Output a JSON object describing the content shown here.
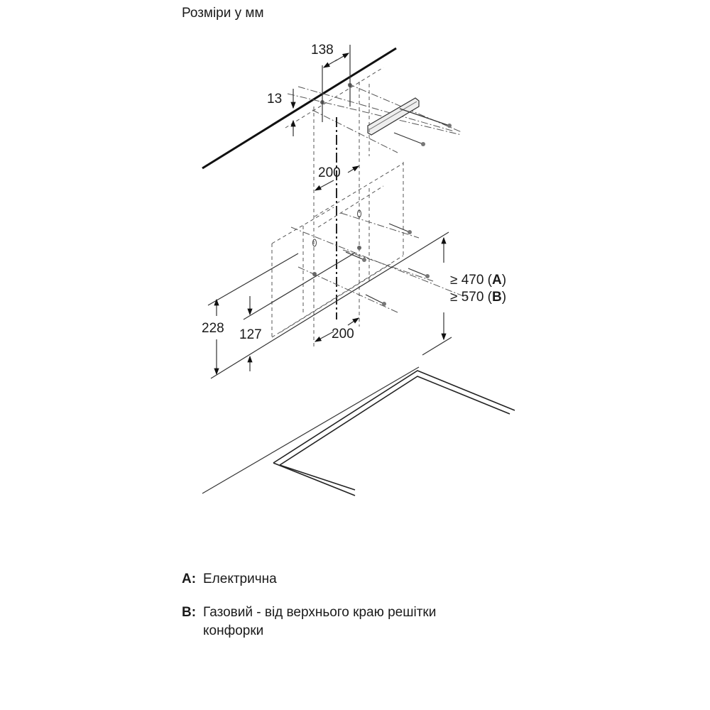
{
  "title": "Розміри у мм",
  "dimensions": {
    "d138": "138",
    "d13": "13",
    "d200_top": "200",
    "d200_bottom": "200",
    "d228": "228",
    "d127": "127",
    "min_a": "≥ 470 (",
    "min_a_key": "A",
    "min_b": "≥ 570 (",
    "min_b_key": "B",
    "close": ")"
  },
  "legend": [
    {
      "key": "A:",
      "text": "Електрична"
    },
    {
      "key": "B:",
      "text": "Газовий - від верхнього краю решітки",
      "text2": "конфорки"
    }
  ]
}
